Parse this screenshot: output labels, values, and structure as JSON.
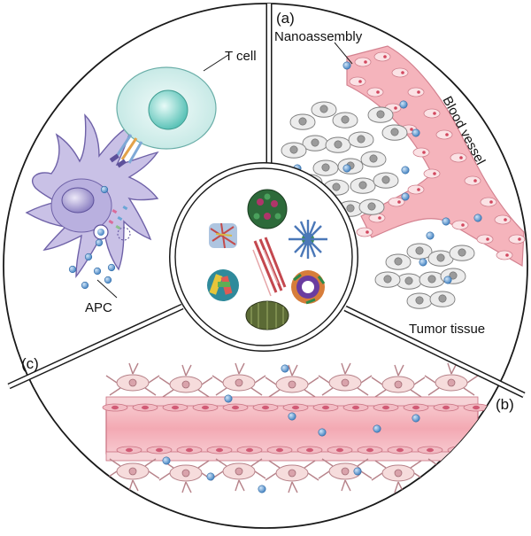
{
  "panels": {
    "a": {
      "tag": "(a)",
      "labels": {
        "nanoassembly": "Nanoassembly",
        "blood_vessel": "Blood vessel",
        "tumor_tissue": "Tumor tissue"
      }
    },
    "b": {
      "tag": "(b)"
    },
    "c": {
      "tag": "(c)",
      "labels": {
        "t_cell": "T cell",
        "apc": "APC"
      }
    }
  },
  "colors": {
    "outline": "#1a1a1a",
    "vessel": "#f4b8bf",
    "vessel_dark": "#e48f9b",
    "nanoparticle": "#5b9bd5",
    "tumor_cell": "#e6e6e6",
    "apc": "#c7bfe3",
    "t_cell": "#d6f0ee"
  }
}
